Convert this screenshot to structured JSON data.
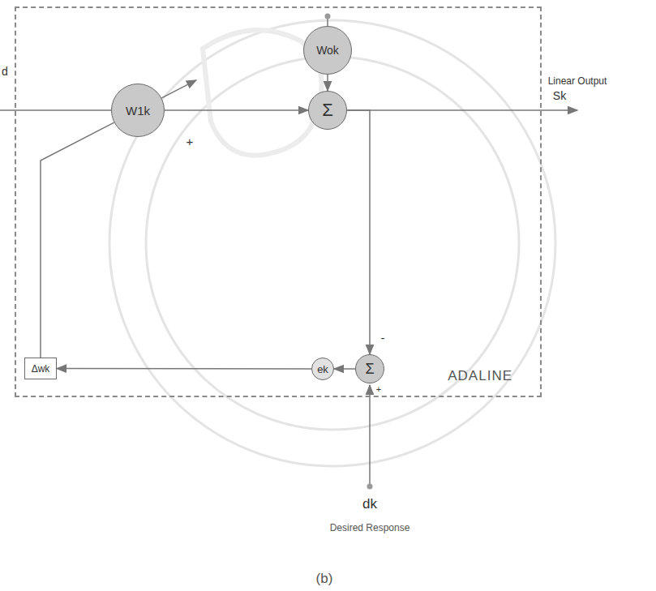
{
  "diagram": {
    "caption": "(b)",
    "nodes": [
      {
        "text": [
          "ADALINE"
        ]
      },
      {
        "text": [
          "W1k"
        ],
        "in": 0
      },
      {
        "text": [
          "Wok"
        ],
        "in": 0
      },
      {
        "text": [
          "Σ"
        ],
        "in": 0
      },
      {
        "text": [
          "Σ"
        ],
        "in": 0
      },
      {
        "text": [
          "ek"
        ],
        "in": 0
      },
      {
        "text": [
          "Δwk"
        ],
        "in": 0
      }
    ],
    "edges": [
      {
        "from": 1,
        "to": 3,
        "label": "+",
        "arrow": "to"
      },
      {
        "from": 2,
        "to": 3,
        "arrow": "to"
      },
      {
        "from": 3,
        "to": 4,
        "label": "-",
        "arrow": "to"
      },
      {
        "from": 4,
        "to": 5,
        "arrow": "to"
      },
      {
        "from": 5,
        "to": 6,
        "arrow": "to"
      },
      {
        "from": 6,
        "to": 1,
        "arrow": "none"
      }
    ],
    "labels": [
      "d",
      "Linear Output",
      "Sk",
      "+",
      "dk",
      "Desired Response"
    ]
  }
}
